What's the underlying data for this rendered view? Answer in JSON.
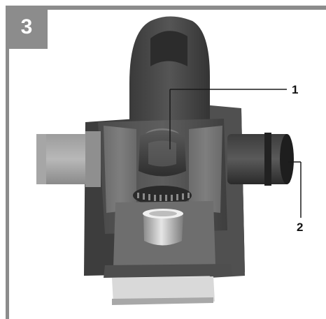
{
  "figure": {
    "number": "3",
    "callouts": [
      {
        "id": "1",
        "label": "1"
      },
      {
        "id": "2",
        "label": "2"
      }
    ]
  },
  "colors": {
    "frame": "#8c8c8c",
    "badge_text": "#ffffff",
    "callout_text": "#111111"
  },
  "icons": {
    "photo": "electric-planer-photo"
  }
}
